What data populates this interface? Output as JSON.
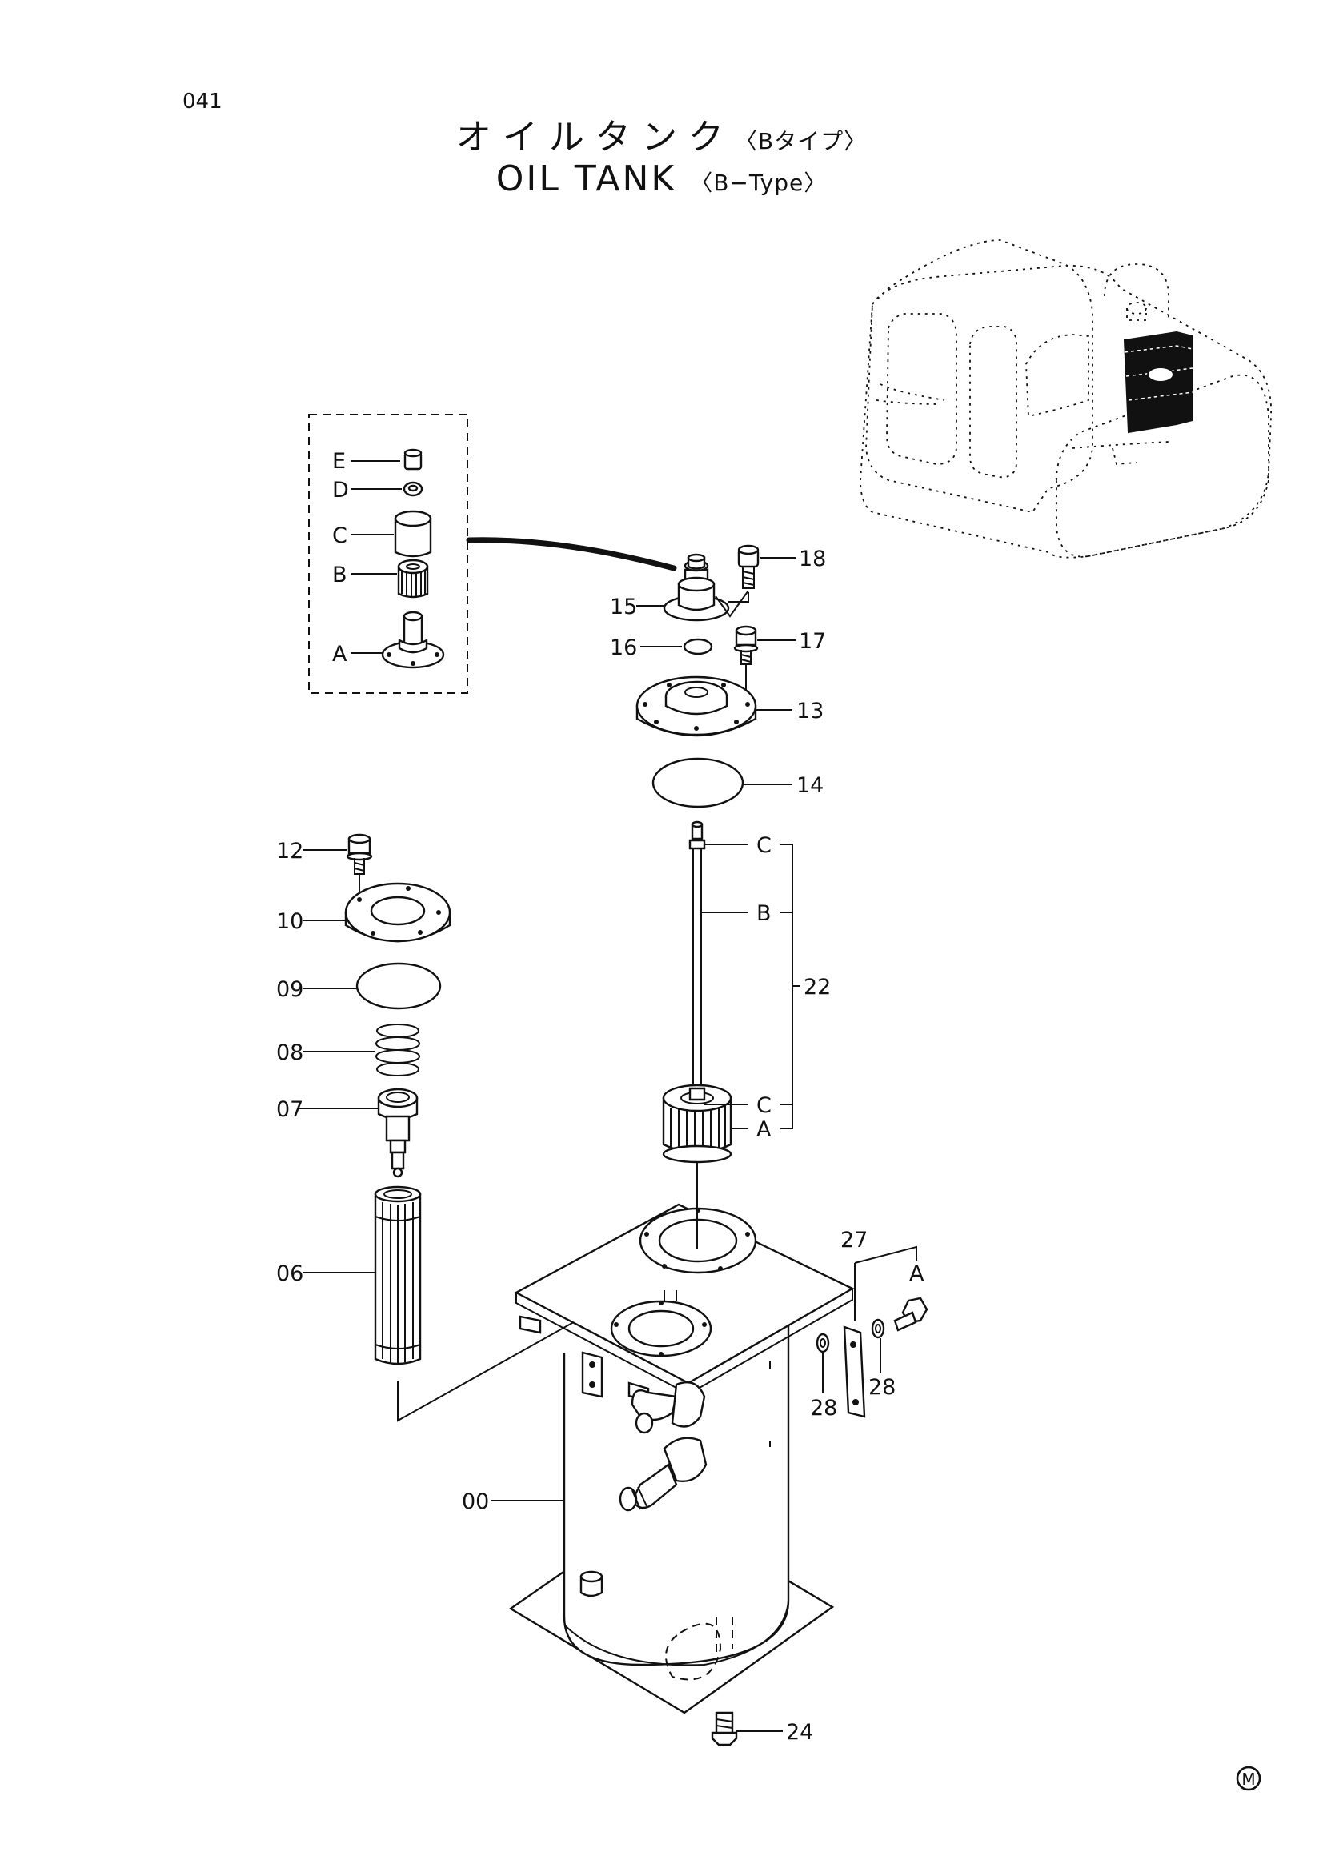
{
  "page_number": "041",
  "title_jp": "オイルタンク",
  "title_jp_sub": "〈Bタイプ〉",
  "title_en": "OIL TANK",
  "title_en_sub": "〈B−Type〉",
  "callouts": {
    "p00": "00",
    "p06": "06",
    "p07": "07",
    "p08": "08",
    "p09": "09",
    "p10": "10",
    "p12": "12",
    "p13": "13",
    "p14": "14",
    "p15": "15",
    "p16": "16",
    "p17": "17",
    "p18": "18",
    "p22": "22",
    "p24": "24",
    "p27": "27",
    "p28a": "28",
    "p28b": "28",
    "b22_c1": "C",
    "b22_b": "B",
    "b22_c2": "C",
    "b22_a": "A",
    "b27_a": "A"
  },
  "detail_box": {
    "e": "E",
    "d": "D",
    "c": "C",
    "b": "B",
    "a": "A"
  },
  "mark": "M"
}
